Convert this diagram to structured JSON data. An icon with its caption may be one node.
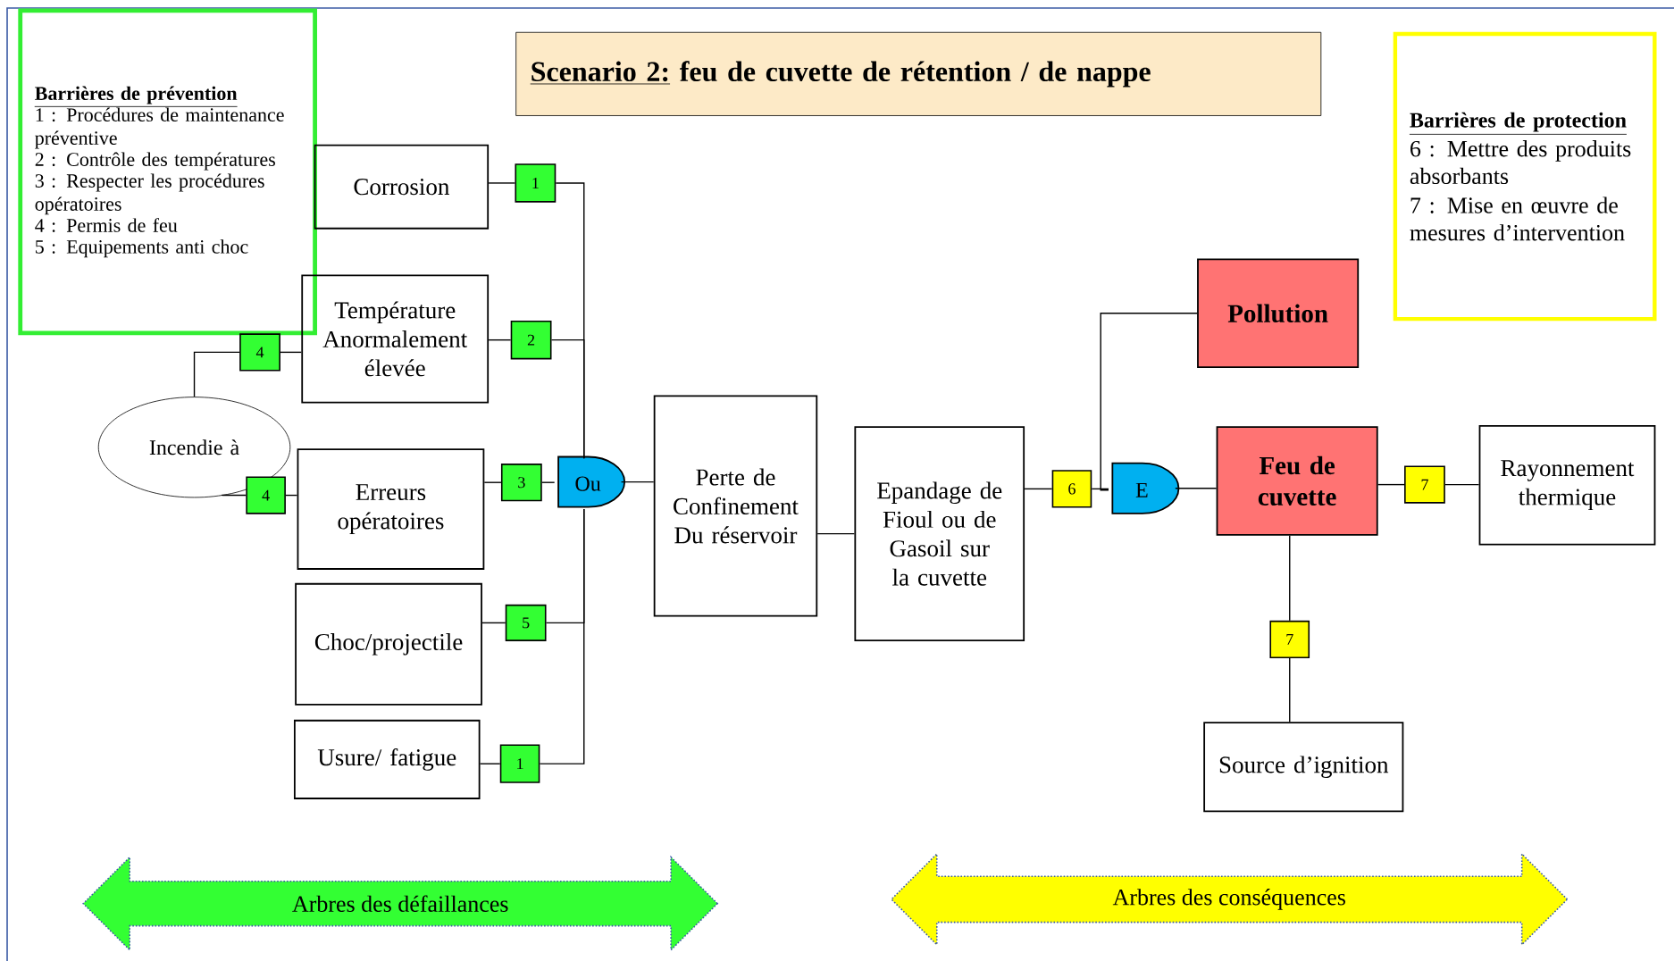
{
  "diagram": {
    "nodes": [
      {
        "text": [
          "Barrières de prévention",
          "1 : Procédures de maintenance préventive",
          "2 : Contrôle des températures",
          "3 : Respecter les procédures opératoires",
          "4 : Permis de feu",
          "5 : Equipements anti choc"
        ]
      },
      {
        "text": [
          "Scenario 2:",
          "feu de cuvette de rétention / de nappe"
        ]
      },
      {
        "text": [
          "Barrières de protection",
          "6 : Mettre des produits absorbants",
          "7 : Mise en œuvre de mesures d’intervention"
        ]
      },
      {
        "text": [
          "Corrosion"
        ]
      },
      {
        "text": [
          "Température Anormalement élevée"
        ]
      },
      {
        "text": [
          "Incendie à"
        ]
      },
      {
        "text": [
          "Erreurs opératoires"
        ]
      },
      {
        "text": [
          "Choc/projectile"
        ]
      },
      {
        "text": [
          "Usure/ fatigue"
        ]
      },
      {
        "text": [
          "1"
        ]
      },
      {
        "text": [
          "2"
        ]
      },
      {
        "text": [
          "4"
        ]
      },
      {
        "text": [
          "3"
        ]
      },
      {
        "text": [
          "4"
        ]
      },
      {
        "text": [
          "5"
        ]
      },
      {
        "text": [
          "1"
        ]
      },
      {
        "text": [
          "Ou"
        ]
      },
      {
        "text": [
          "Perte de Confinement Du réservoir"
        ]
      },
      {
        "text": [
          "Epandage de Fioul ou de Gasoil sur la cuvette"
        ]
      },
      {
        "text": [
          "6"
        ]
      },
      {
        "text": [
          "E"
        ]
      },
      {
        "text": [
          "Pollution"
        ]
      },
      {
        "text": [
          "Feu de cuvette"
        ]
      },
      {
        "text": [
          "7"
        ]
      },
      {
        "text": [
          "Rayonnement thermique"
        ]
      },
      {
        "text": [
          "7"
        ]
      },
      {
        "text": [
          "Source d’ignition"
        ]
      },
      {
        "text": [
          "Arbres des défaillances"
        ]
      },
      {
        "text": [
          "Arbres des conséquences"
        ]
      }
    ],
    "edges": [
      {
        "from": 3,
        "to": 9,
        "arrow": "none"
      },
      {
        "from": 9,
        "to": 16,
        "arrow": "none"
      },
      {
        "from": 4,
        "to": 10,
        "arrow": "none"
      },
      {
        "from": 10,
        "to": 16,
        "arrow": "none"
      },
      {
        "from": 6,
        "to": 12,
        "arrow": "none"
      },
      {
        "from": 12,
        "to": 16,
        "arrow": "none"
      },
      {
        "from": 7,
        "to": 14,
        "arrow": "none"
      },
      {
        "from": 14,
        "to": 16,
        "arrow": "none"
      },
      {
        "from": 8,
        "to": 15,
        "arrow": "none"
      },
      {
        "from": 15,
        "to": 16,
        "arrow": "none"
      },
      {
        "from": 5,
        "to": 11,
        "arrow": "none"
      },
      {
        "from": 11,
        "to": 4,
        "arrow": "none"
      },
      {
        "from": 5,
        "to": 13,
        "arrow": "none"
      },
      {
        "from": 13,
        "to": 6,
        "arrow": "none"
      },
      {
        "from": 16,
        "to": 17,
        "arrow": "none"
      },
      {
        "from": 17,
        "to": 18,
        "arrow": "none"
      },
      {
        "from": 18,
        "to": 19,
        "arrow": "none"
      },
      {
        "from": 19,
        "to": 20,
        "arrow": "none"
      },
      {
        "from": 21,
        "to": 20,
        "arrow": "none"
      },
      {
        "from": 20,
        "to": 22,
        "arrow": "none"
      },
      {
        "from": 22,
        "to": 23,
        "arrow": "none"
      },
      {
        "from": 23,
        "to": 24,
        "arrow": "none"
      },
      {
        "from": 22,
        "to": 25,
        "arrow": "none"
      },
      {
        "from": 25,
        "to": 26,
        "arrow": "none"
      }
    ]
  }
}
